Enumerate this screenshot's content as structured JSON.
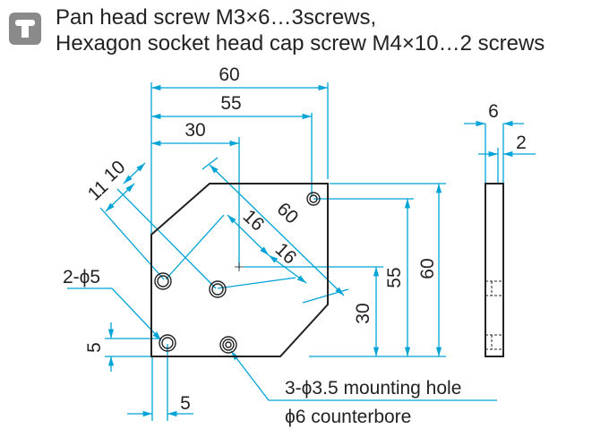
{
  "header": {
    "icon": "screw-icon",
    "line1": "Pan head screw M3×6…3screws,",
    "line2": "Hexagon socket head cap screw M4×10…2 screws"
  },
  "dimensions": {
    "top_60": "60",
    "top_55": "55",
    "top_30": "30",
    "diag_11": "11",
    "diag_10": "10",
    "diag_16a": "16",
    "diag_60": "60",
    "diag_16b": "16",
    "right_55": "55",
    "right_60": "60",
    "right_30": "30",
    "left_5": "5",
    "bottom_5": "5",
    "side_6": "6",
    "side_2": "2"
  },
  "notes": {
    "holes_label": "2-ϕ5",
    "mount_line1": "3-ϕ3.5 mounting hole",
    "mount_line2": "ϕ6 counterbore"
  },
  "colors": {
    "dimension": "#00a3d6",
    "outline": "#222222",
    "icon_bg": "#8a8a8a"
  }
}
